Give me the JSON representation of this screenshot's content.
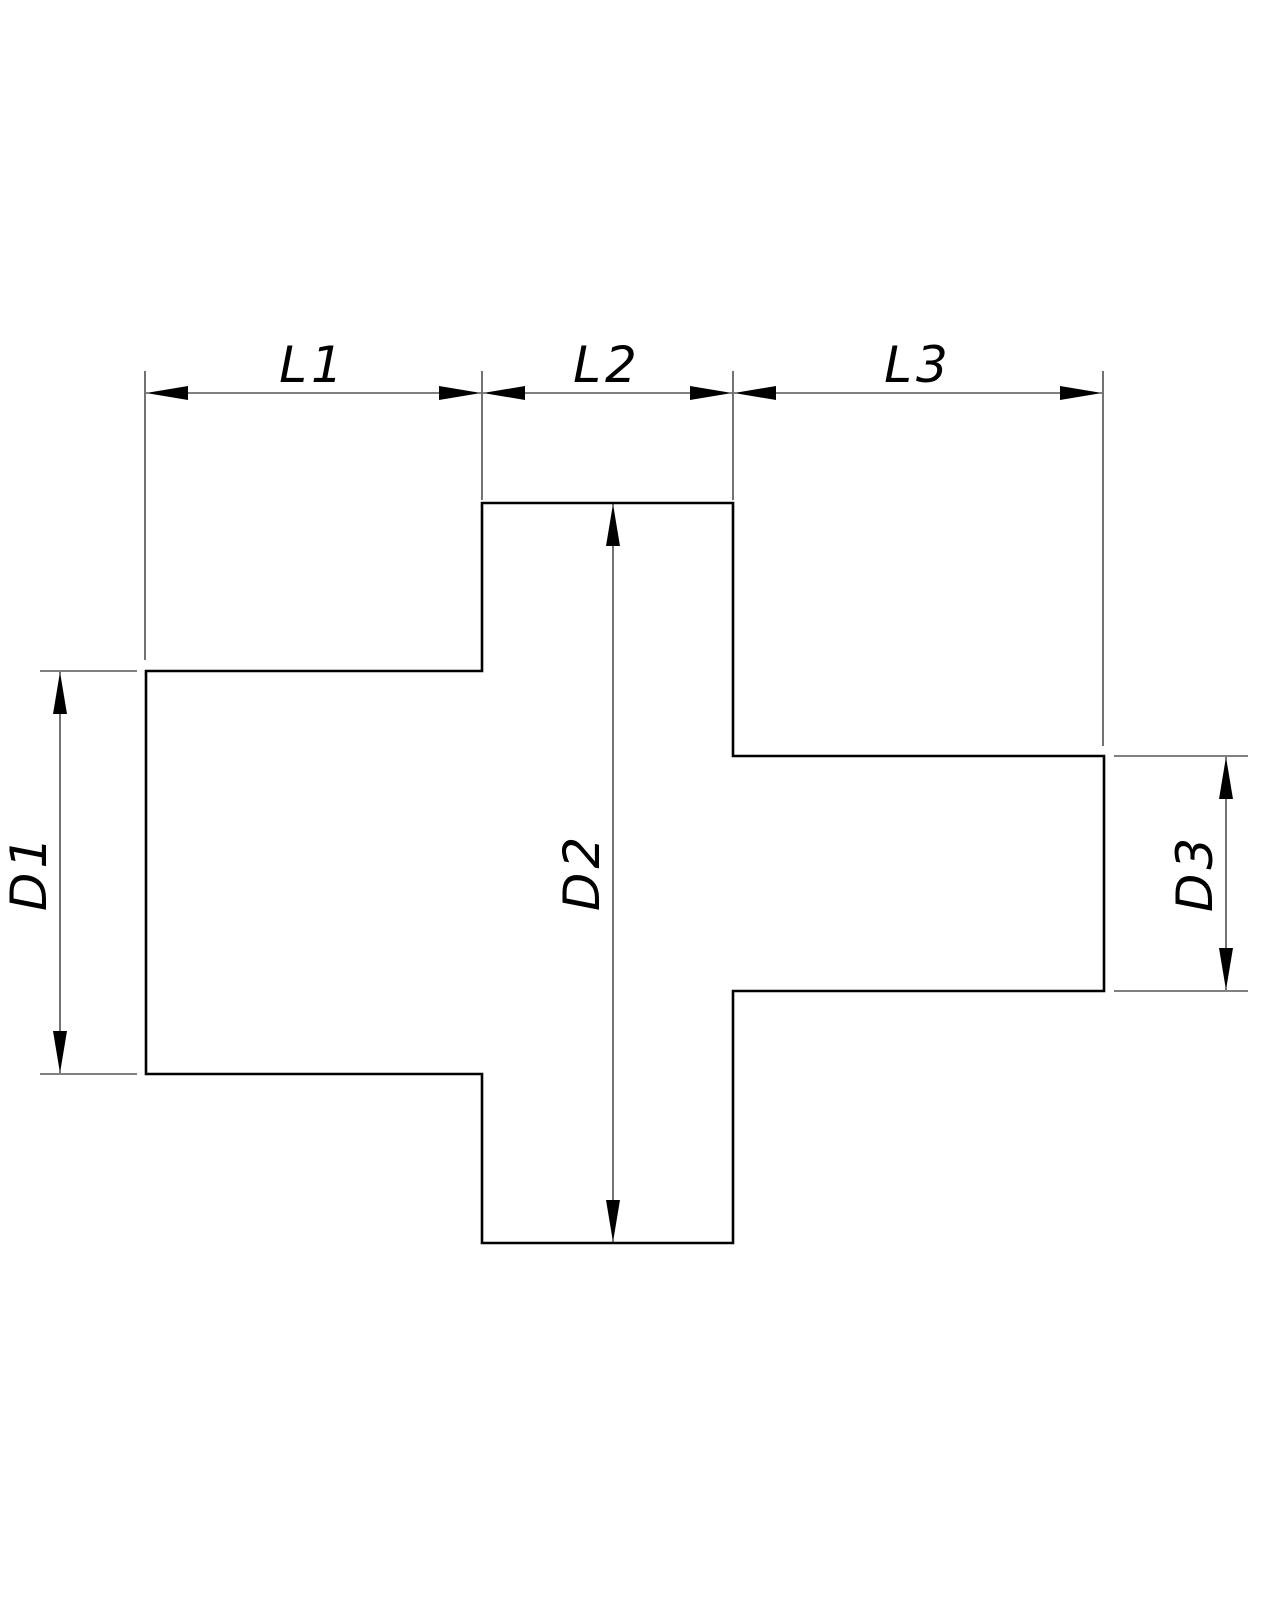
{
  "drawing": {
    "labels": {
      "L1": "L1",
      "L2": "L2",
      "L3": "L3",
      "D1": "D1",
      "D2": "D2",
      "D3": "D3"
    },
    "colors": {
      "line": "#000000",
      "background": "#ffffff"
    }
  }
}
